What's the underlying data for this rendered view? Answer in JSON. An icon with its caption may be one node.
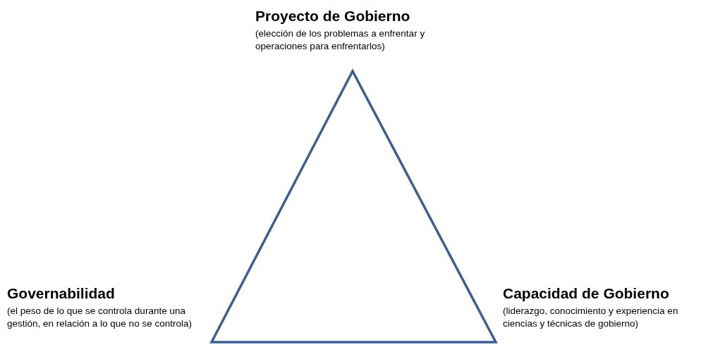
{
  "diagram": {
    "labels": [
      "Proyecto de Gobierno",
      "(elección de los problemas a enfrentar y operaciones para enfrentarlos)",
      "Governabilidad",
      "(el peso de lo que se controla durante una gestión, en relación a lo que no se controla)",
      "Capacidad de Gobierno",
      "(liderazgo, conocimiento y experiencia en ciencias y técnicas de gobierno)"
    ]
  }
}
